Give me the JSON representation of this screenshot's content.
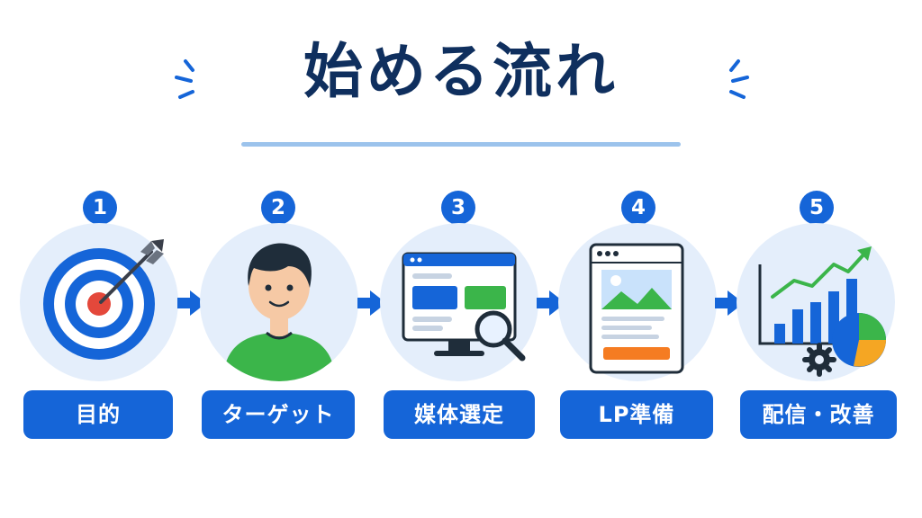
{
  "title": "始める流れ",
  "colors": {
    "primary": "#1565d8",
    "title": "#0f2f5e",
    "circle_bg": "#e4eefb",
    "underline": "#9cc3ec",
    "green": "#3bb54a",
    "orange": "#f57c22",
    "red": "#e4483b"
  },
  "steps": [
    {
      "number": "1",
      "label": "目的",
      "icon": "target-icon"
    },
    {
      "number": "2",
      "label": "ターゲット",
      "icon": "person-icon"
    },
    {
      "number": "3",
      "label": "媒体選定",
      "icon": "monitor-search-icon"
    },
    {
      "number": "4",
      "label": "LP準備",
      "icon": "landing-page-icon"
    },
    {
      "number": "5",
      "label": "配信・改善",
      "icon": "analytics-chart-icon"
    }
  ]
}
